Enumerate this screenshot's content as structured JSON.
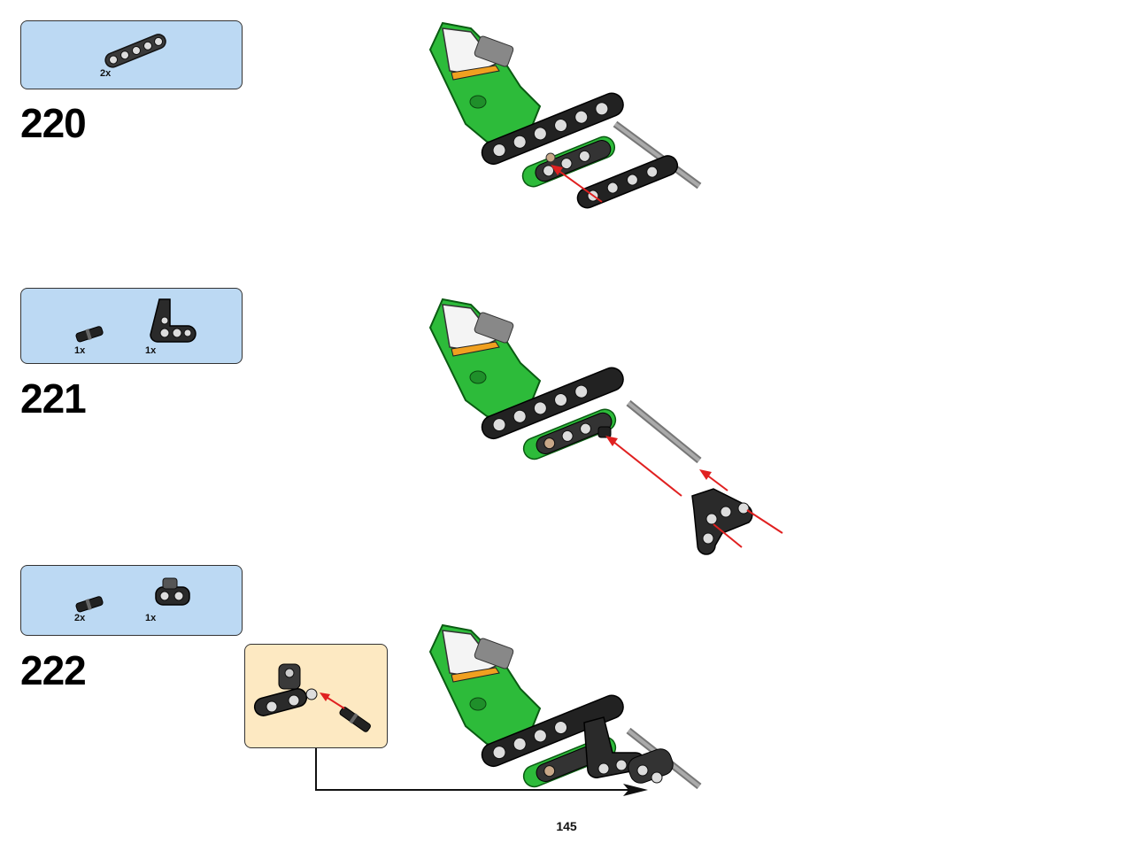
{
  "page_number": "145",
  "steps": [
    {
      "number": "220",
      "parts": [
        {
          "icon": "beam-5-icon",
          "qty": "2x"
        }
      ]
    },
    {
      "number": "221",
      "parts": [
        {
          "icon": "connector-pin-icon",
          "qty": "1x"
        },
        {
          "icon": "angled-beam-icon",
          "qty": "1x"
        }
      ]
    },
    {
      "number": "222",
      "parts": [
        {
          "icon": "connector-pin-icon",
          "qty": "2x"
        },
        {
          "icon": "pin-connector-block-icon",
          "qty": "1x"
        }
      ]
    }
  ],
  "colors": {
    "parts_box": "#bcd9f3",
    "sub_box": "#fde9c2",
    "model_green": "#2dbb3a",
    "arrow_red": "#e02020"
  }
}
